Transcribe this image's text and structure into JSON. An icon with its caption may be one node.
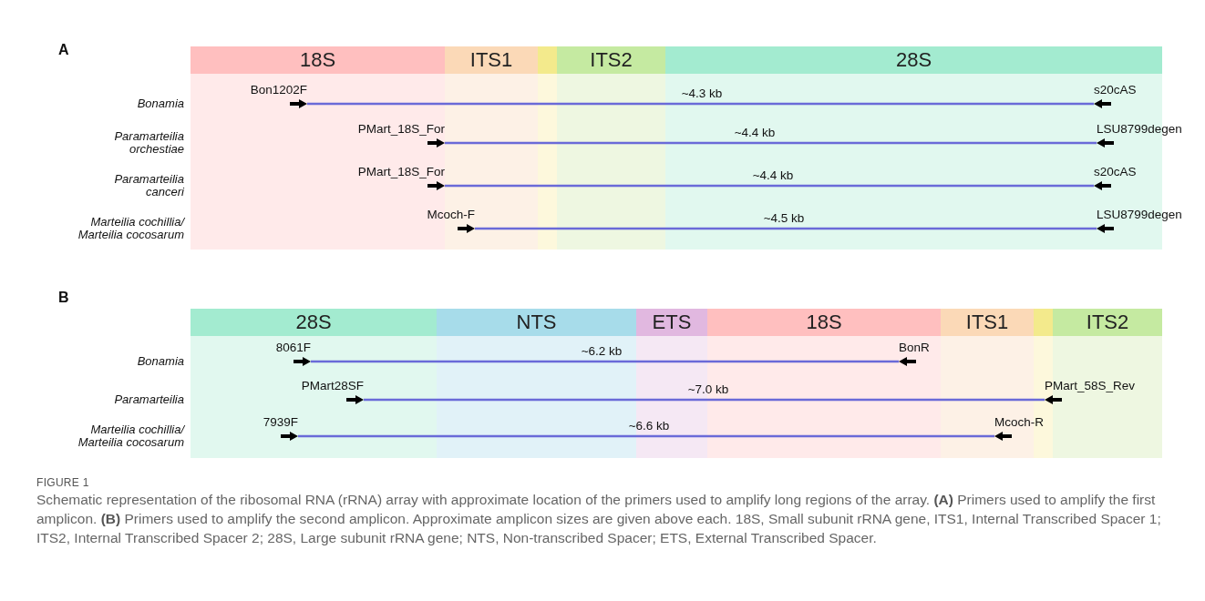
{
  "diagram": {
    "caption": "Schematic representation of the ribosomal RNA (rRNA) array with approximate location of the primers used to amplify long regions of the array. **(A)** Primers used to amplify the first amplicon. **(B)** Primers used to amplify the second amplicon. Approximate amplicon sizes are given above each. 18S, Small subunit rRNA gene, ITS1, Internal Transcribed Spacer 1; ITS2, Internal Transcribed Spacer 2; 28S, Large subunit rRNA gene; NTS, Non-transcribed Spacer; ETS, External Transcribed Spacer.",
    "nodes": [
      {
        "text": [
          "18S"
        ]
      },
      {
        "text": [
          "ITS1"
        ]
      },
      {
        "text": [],
        "shape": "bar"
      },
      {
        "text": [
          "ITS2"
        ]
      },
      {
        "text": [
          "28S"
        ]
      },
      {
        "text": [
          "Bon1202F"
        ]
      },
      {
        "text": [
          "s20cAS"
        ]
      },
      {
        "text": [
          "PMart_18S_For"
        ]
      },
      {
        "text": [
          "LSU8799degen"
        ]
      },
      {
        "text": [
          "PMart_18S_For"
        ]
      },
      {
        "text": [
          "s20cAS"
        ]
      },
      {
        "text": [
          "Mcoch-F"
        ]
      },
      {
        "text": [
          "LSU8799degen"
        ]
      },
      {
        "text": [
          "28S"
        ]
      },
      {
        "text": [
          "NTS"
        ]
      },
      {
        "text": [
          "ETS"
        ]
      },
      {
        "text": [
          "18S"
        ]
      },
      {
        "text": [
          "ITS1"
        ]
      },
      {
        "text": [],
        "shape": "bar"
      },
      {
        "text": [
          "ITS2"
        ]
      },
      {
        "text": [
          "8061F"
        ]
      },
      {
        "text": [
          "BonR"
        ]
      },
      {
        "text": [
          "PMart28SF"
        ]
      },
      {
        "text": [
          "PMart_58S_Rev"
        ]
      },
      {
        "text": [
          "7939F"
        ]
      },
      {
        "text": [
          "Mcoch-R"
        ]
      }
    ],
    "edges": [
      {
        "from": 5,
        "to": 6,
        "arrow": "none",
        "label": "~4.3 kb"
      },
      {
        "from": 7,
        "to": 8,
        "arrow": "none",
        "label": "~4.4 kb"
      },
      {
        "from": 9,
        "to": 10,
        "arrow": "none",
        "label": "~4.4 kb"
      },
      {
        "from": 11,
        "to": 12,
        "arrow": "none",
        "label": "~4.5 kb"
      },
      {
        "from": 20,
        "to": 21,
        "arrow": "none",
        "label": "~6.2 kb"
      },
      {
        "from": 22,
        "to": 23,
        "arrow": "none",
        "label": "~7.0 kb"
      },
      {
        "from": 24,
        "to": 25,
        "arrow": "none",
        "label": "~6.6 kb"
      }
    ],
    "labels": [
      "A",
      "Bonamia",
      "Paramarteilia orchestiae",
      "Paramarteilia canceri",
      "Marteilia cochillia/ Marteilia cocosarum",
      "B",
      "Bonamia",
      "Paramarteilia",
      "Marteilia cochillia/ Marteilia cocosarum",
      "FIGURE 1"
    ]
  }
}
